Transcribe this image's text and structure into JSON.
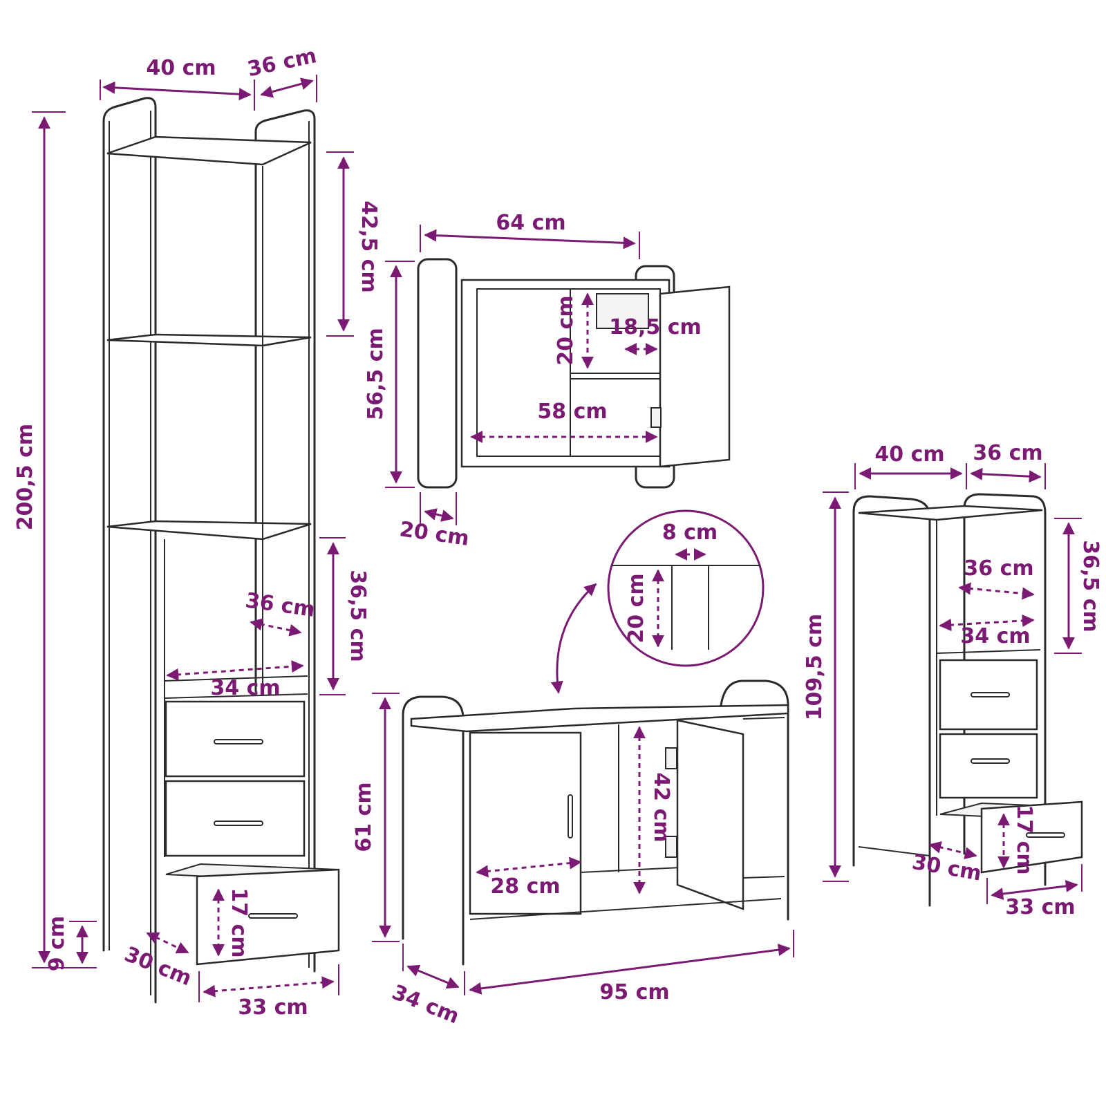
{
  "accent_color": "#7b1a73",
  "tall_cabinet": {
    "width": "40 cm",
    "depth": "36 cm",
    "height": "200,5 cm",
    "top_compartment": "42,5 cm",
    "open_compartment": "36,5 cm",
    "inner_depth": "36 cm",
    "inner_width": "34 cm",
    "drawer_height": "17 cm",
    "drawer_depth": "30 cm",
    "drawer_width": "33 cm",
    "leg_height": "9 cm"
  },
  "wall_cabinet": {
    "width": "64 cm",
    "height": "56,5 cm",
    "depth": "20 cm",
    "shelf_height": "20 cm",
    "shelf_depth": "18,5 cm",
    "inner_width": "58 cm"
  },
  "detail_circle": {
    "cutout_width": "8 cm",
    "cutout_height": "20 cm"
  },
  "sink_cabinet": {
    "height": "61 cm",
    "width": "95 cm",
    "depth": "34 cm",
    "inner_width": "28 cm",
    "inner_height": "42 cm"
  },
  "side_cabinet": {
    "width": "40 cm",
    "depth": "36 cm",
    "height": "109,5 cm",
    "open_compartment": "36,5 cm",
    "inner_depth": "36 cm",
    "inner_width": "34 cm",
    "drawer_height": "17 cm",
    "drawer_depth": "30 cm",
    "drawer_width": "33 cm"
  }
}
